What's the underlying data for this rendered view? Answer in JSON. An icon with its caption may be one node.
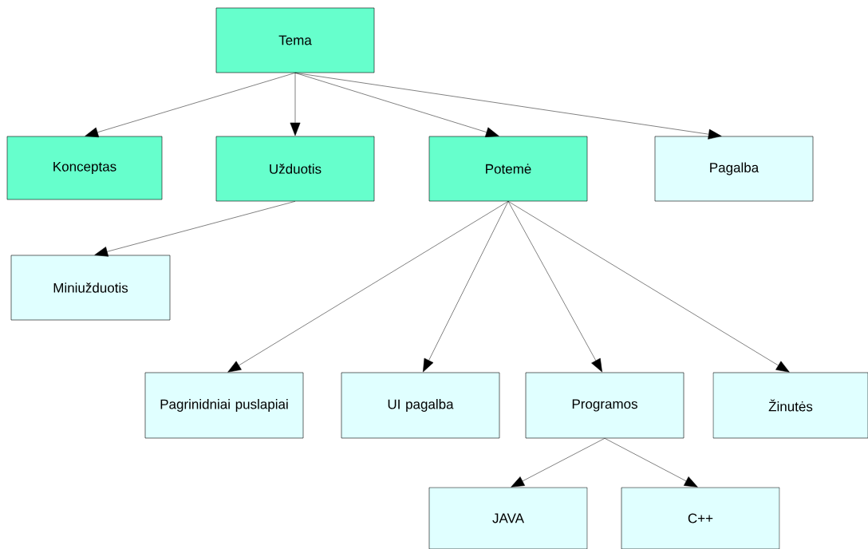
{
  "diagram": {
    "nodes": [
      {
        "text": [
          "Tema"
        ]
      },
      {
        "text": [
          "Konceptas"
        ]
      },
      {
        "text": [
          "Užduotis"
        ]
      },
      {
        "text": [
          "Potemė"
        ]
      },
      {
        "text": [
          "Pagalba"
        ]
      },
      {
        "text": [
          "Miniužduotis"
        ]
      },
      {
        "text": [
          "Pagrinidniai puslapiai"
        ]
      },
      {
        "text": [
          "UI pagalba"
        ]
      },
      {
        "text": [
          "Programos"
        ]
      },
      {
        "text": [
          "Žinutės"
        ]
      },
      {
        "text": [
          "JAVA"
        ]
      },
      {
        "text": [
          "C++"
        ]
      }
    ],
    "edges": [
      {
        "from": 0,
        "to": 1,
        "arrow": "to"
      },
      {
        "from": 0,
        "to": 2,
        "arrow": "to"
      },
      {
        "from": 0,
        "to": 3,
        "arrow": "to"
      },
      {
        "from": 0,
        "to": 4,
        "arrow": "to"
      },
      {
        "from": 2,
        "to": 5,
        "arrow": "to"
      },
      {
        "from": 3,
        "to": 6,
        "arrow": "to"
      },
      {
        "from": 3,
        "to": 7,
        "arrow": "to"
      },
      {
        "from": 3,
        "to": 8,
        "arrow": "to"
      },
      {
        "from": 3,
        "to": 9,
        "arrow": "to"
      },
      {
        "from": 8,
        "to": 10,
        "arrow": "to"
      },
      {
        "from": 8,
        "to": 11,
        "arrow": "to"
      }
    ]
  }
}
